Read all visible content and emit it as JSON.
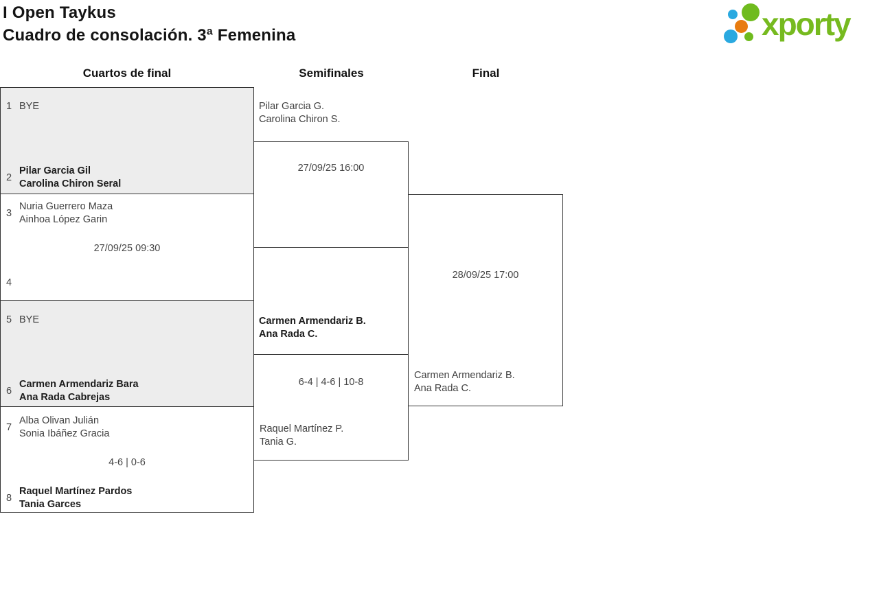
{
  "header": {
    "title": "I Open Taykus",
    "subtitle": "Cuadro de consolación. 3ª Femenina",
    "logo_text": "xporty",
    "brand_colors": {
      "green": "#76ba1f",
      "blue": "#2aa9e0",
      "orange": "#e87c10"
    }
  },
  "columns": [
    "Cuartos de final",
    "Semifinales",
    "Final"
  ],
  "colors": {
    "bye_box_background": "#ededed",
    "box_border": "#333333"
  },
  "bracket": {
    "quarterfinals": [
      {
        "seed1": "1",
        "team1": [
          "BYE",
          ""
        ],
        "info": "",
        "seed2": "2",
        "team2": [
          "Pilar Garcia Gil",
          "Carolina Chiron Seral"
        ]
      },
      {
        "seed1": "3",
        "team1": [
          "Nuria Guerrero Maza",
          "Ainhoa López Garin"
        ],
        "info": "27/09/25 09:30",
        "seed2": "4",
        "team2": [
          "",
          ""
        ]
      },
      {
        "seed1": "5",
        "team1": [
          "BYE",
          ""
        ],
        "info": "",
        "seed2": "6",
        "team2": [
          "Carmen Armendariz Bara",
          "Ana Rada Cabrejas"
        ]
      },
      {
        "seed1": "7",
        "team1": [
          "Alba Olivan Julián",
          "Sonia Ibáñez Gracia"
        ],
        "info": "4-6 | 0-6",
        "seed2": "8",
        "team2": [
          "Raquel Martínez Pardos",
          "Tania Garces"
        ]
      }
    ],
    "semifinals": [
      {
        "team1": [
          "Pilar Garcia G.",
          "Carolina Chiron S."
        ],
        "info": "27/09/25 16:00",
        "team2": [
          "",
          ""
        ]
      },
      {
        "team1": [
          "Carmen Armendariz B.",
          "Ana Rada C."
        ],
        "info": "6-4 | 4-6 | 10-8",
        "team2": [
          "Raquel Martínez P.",
          "Tania G."
        ]
      }
    ],
    "final": {
      "info": "28/09/25 17:00",
      "team1": [
        "",
        ""
      ],
      "team2": [
        "Carmen Armendariz B.",
        "Ana Rada C."
      ]
    }
  }
}
